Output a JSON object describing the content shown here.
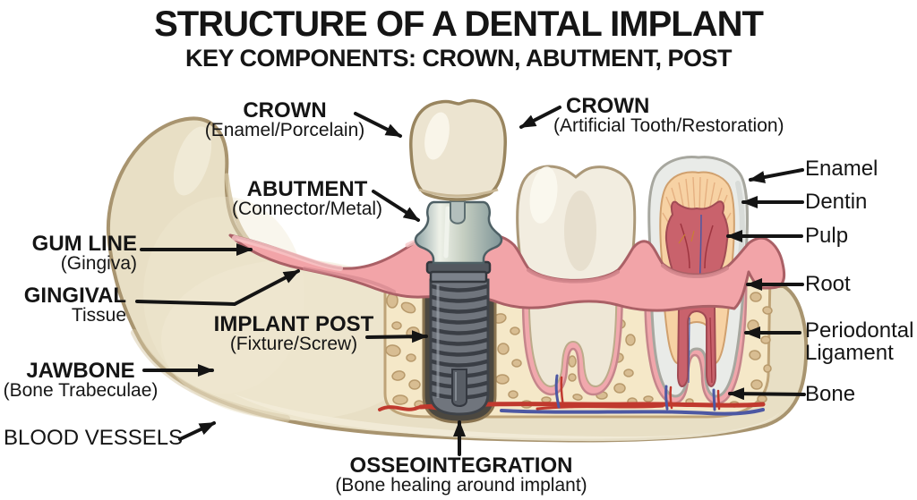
{
  "header": {
    "title": "STRUCTURE OF A DENTAL IMPLANT",
    "subtitle": "KEY COMPONENTS: CROWN, ABUTMENT, POST"
  },
  "labels": {
    "crown_left": {
      "main": "CROWN",
      "sub": "(Enamel/Porcelain)"
    },
    "crown_right": {
      "main": "CROWN",
      "sub": "(Artificial Tooth/Restoration)"
    },
    "abutment": {
      "main": "ABUTMENT",
      "sub": "(Connector/Metal)"
    },
    "gum_line": {
      "main": "GUM LINE",
      "sub": "(Gingiva)"
    },
    "gingival": {
      "main": "GINGIVAL",
      "sub": "Tissue"
    },
    "implant_post": {
      "main": "IMPLANT POST",
      "sub": "(Fixture/Screw)"
    },
    "jawbone": {
      "main": "JAWBONE",
      "sub": "(Bone Trabeculae)"
    },
    "blood_vessels": {
      "main": "BLOOD VESSELS"
    },
    "osseointegration": {
      "main": "OSSEOINTEGRATION",
      "sub": "(Bone healing around implant)"
    },
    "enamel": "Enamel",
    "dentin": "Dentin",
    "pulp": "Pulp",
    "root": "Root",
    "periodontal_ligament": "Periodontal Ligament",
    "bone": "Bone"
  },
  "colors": {
    "text": "#151515",
    "arrow": "#141414",
    "gum": "#f2a4a8",
    "jawbone": "#e8dfc5",
    "trabecular_bone": "#f5e8c8",
    "implant_metal": "#6f747c",
    "abutment_metal": "#c9d2c7",
    "implant_crown": "#ece4d0",
    "tooth_enamel": "#e9ebe8",
    "dentin": "#f7d2a4",
    "pulp": "#c9626c",
    "periodontal": "#f0a6ab",
    "vessel_red": "#c0392e",
    "vessel_blue": "#4d58a3"
  }
}
